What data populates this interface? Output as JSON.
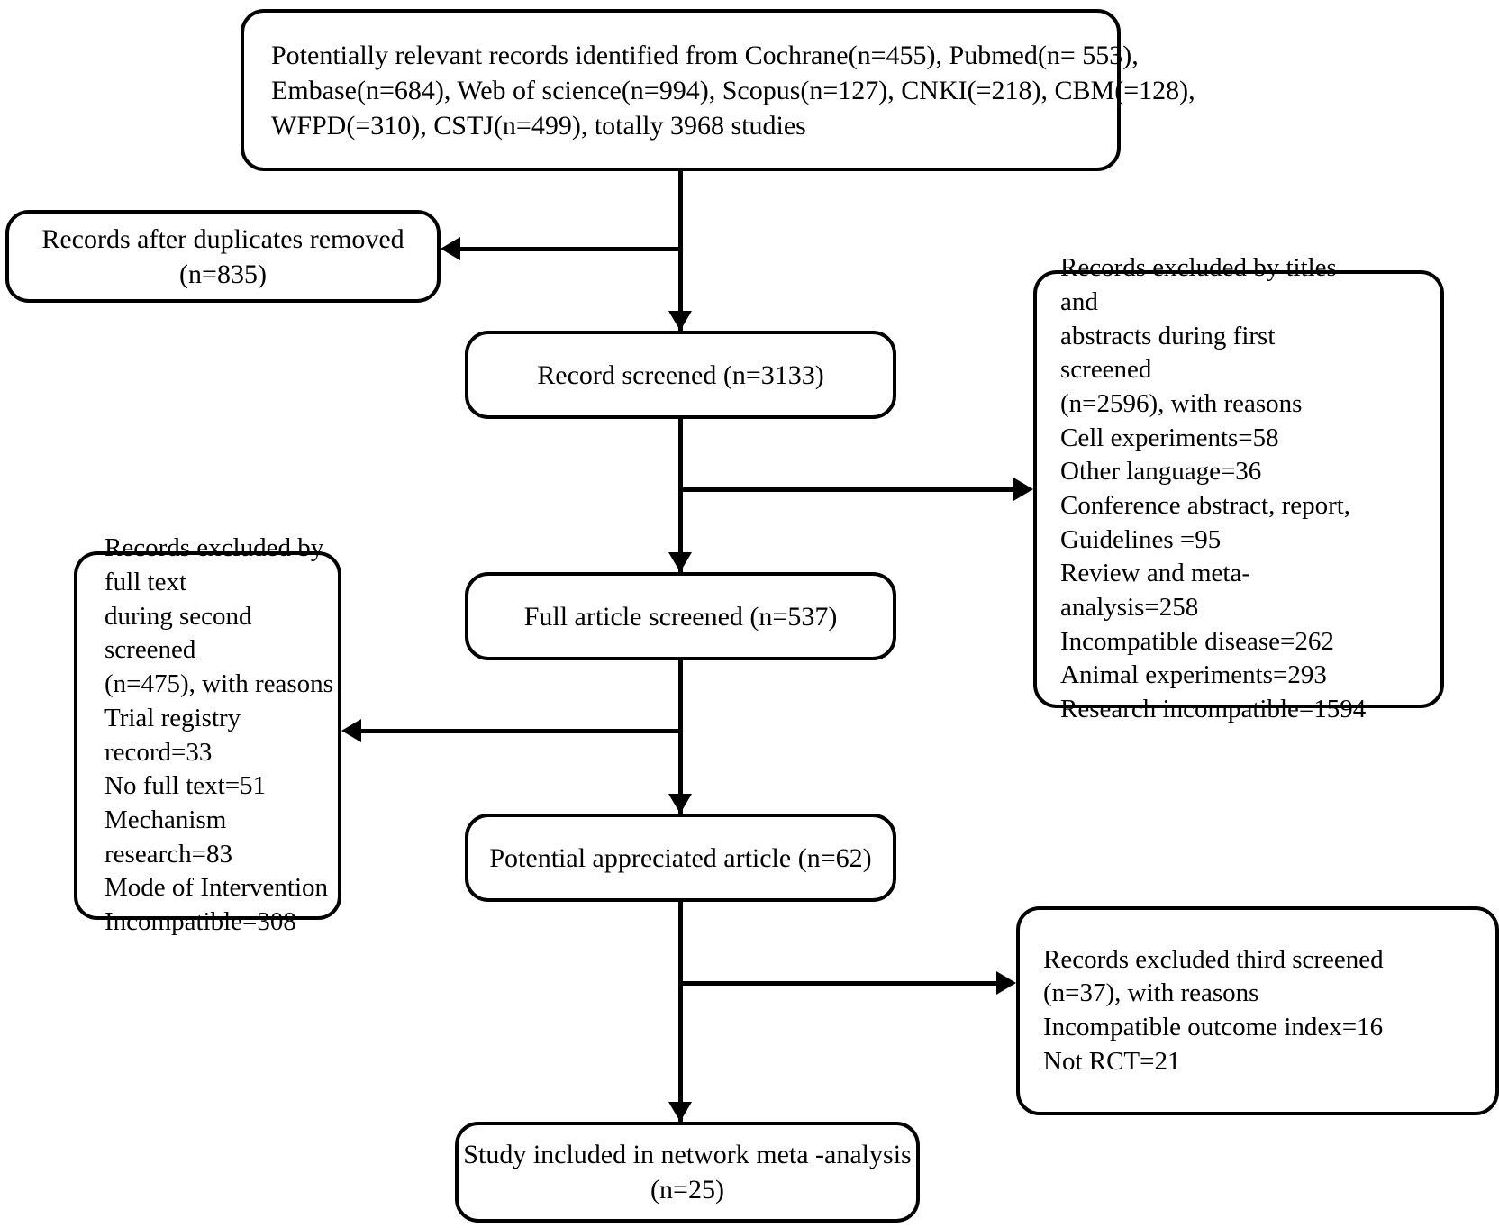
{
  "diagram": {
    "type": "prisma-flow-diagram",
    "title": "",
    "nodes": {
      "identified": {
        "id": "identified",
        "lines": [
          "Potentially relevant records identified from Cochrane(n=455), Pubmed(n= 553),",
          "Embase(n=684), Web of science(n=994), Scopus(n=127), CNKI(=218), CBM(=128),",
          "WFPD(=310), CSTJ(n=499), totally 3968 studies"
        ],
        "counts": {
          "Cochrane": 455,
          "Pubmed": 553,
          "Embase": 684,
          "Web of science": 994,
          "Scopus": 127,
          "CNKI": 218,
          "CBM": 128,
          "WFPD": 310,
          "CSTJ": 499,
          "total": 3968
        }
      },
      "duplicates_removed": {
        "id": "duplicates_removed",
        "lines": [
          "Records after duplicates removed",
          "(n=835)"
        ],
        "n": 835
      },
      "record_screened": {
        "id": "record_screened",
        "lines": [
          "Record screened (n=3133)"
        ],
        "n": 3133
      },
      "excluded_first": {
        "id": "excluded_first",
        "lines": [
          "Records excluded by titles",
          "and",
          "abstracts during first",
          "screened",
          "(n=2596), with reasons",
          "Cell experiments=58",
          "Other language=36",
          "Conference abstract, report,",
          "Guidelines =95",
          "Review and meta-",
          "analysis=258",
          "Incompatible disease=262",
          "Animal experiments=293",
          "Research incompatible=1594"
        ],
        "n": 2596,
        "reasons": {
          "Cell experiments": 58,
          "Other language": 36,
          "Conference abstract, report, Guidelines": 95,
          "Review and meta-analysis": 258,
          "Incompatible disease": 262,
          "Animal experiments": 293,
          "Research incompatible": 1594
        }
      },
      "full_article_screened": {
        "id": "full_article_screened",
        "lines": [
          "Full article screened (n=537)"
        ],
        "n": 537
      },
      "excluded_second": {
        "id": "excluded_second",
        "lines": [
          "Records excluded by",
          "full text",
          "during second",
          "screened",
          "(n=475), with reasons",
          "Trial registry",
          "record=33",
          "No full text=51",
          "Mechanism",
          "research=83",
          "Mode of Intervention",
          "Incompatible=308"
        ],
        "n": 475,
        "reasons": {
          "Trial registry record": 33,
          "No full text": 51,
          "Mechanism research": 83,
          "Mode of Intervention Incompatible": 308
        }
      },
      "potential_appreciated": {
        "id": "potential_appreciated",
        "lines": [
          "Potential appreciated article (n=62)"
        ],
        "n": 62
      },
      "excluded_third": {
        "id": "excluded_third",
        "lines": [
          "Records excluded third screened",
          "(n=37), with reasons",
          "Incompatible outcome index=16",
          "Not RCT=21"
        ],
        "n": 37,
        "reasons": {
          "Incompatible outcome index": 16,
          "Not RCT": 21
        }
      },
      "included": {
        "id": "included",
        "lines": [
          "Study included in network meta -analysis",
          "(n=25)"
        ],
        "n": 25
      }
    },
    "colors": {
      "stroke": "#000000",
      "fill": "#ffffff",
      "text": "#000000"
    }
  }
}
